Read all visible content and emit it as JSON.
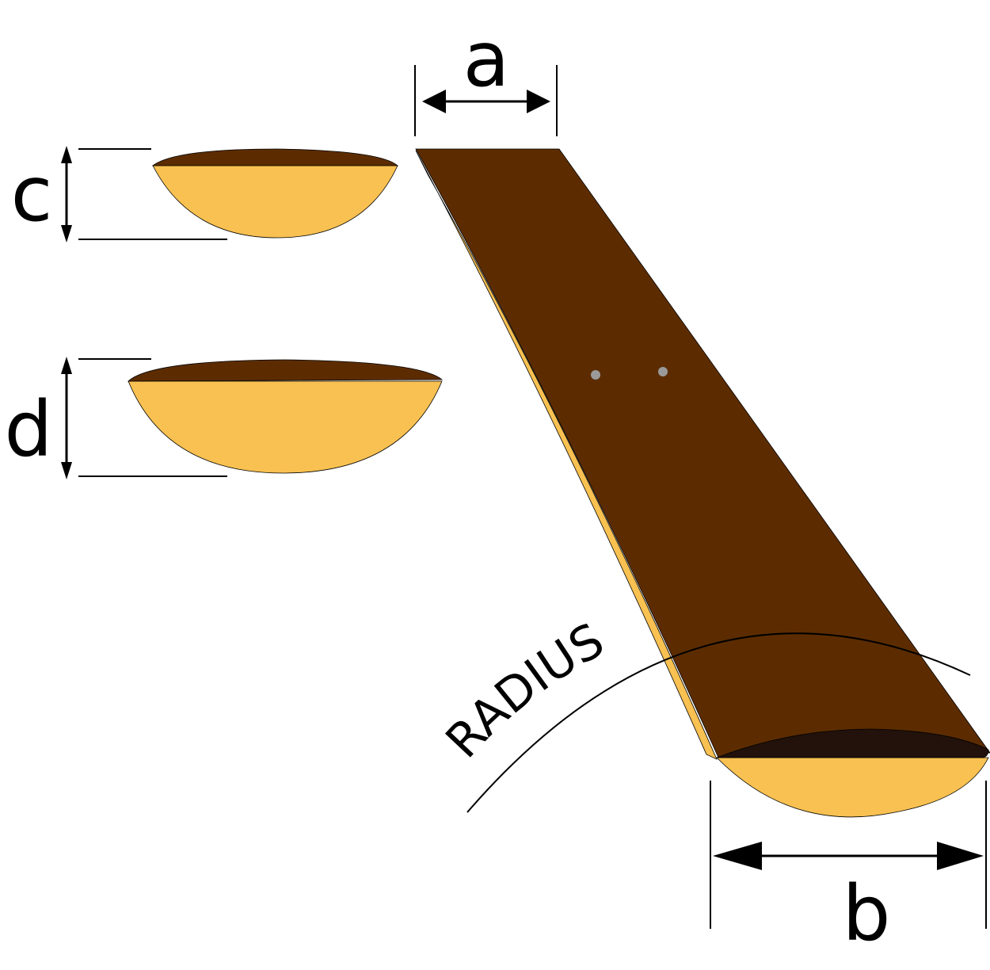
{
  "labels": {
    "a": "a",
    "b": "b",
    "c": "c",
    "d": "d",
    "radius": "RADIUS"
  },
  "colors": {
    "top_surface": "#5C2C00",
    "underside": "#F9C151",
    "end_shadow": "#22120B",
    "dots": "#9A9A9A",
    "lines": "#000000"
  }
}
